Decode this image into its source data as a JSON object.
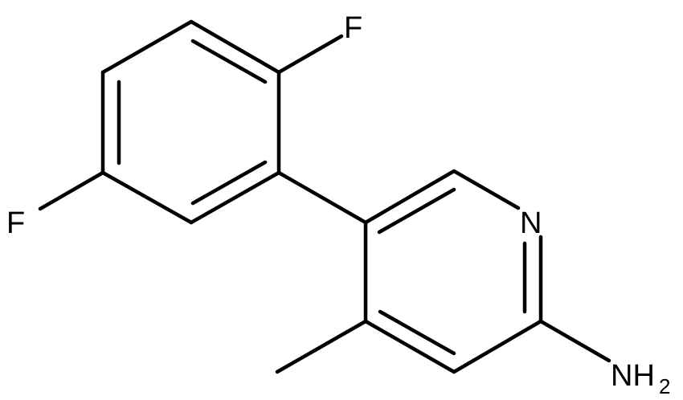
{
  "molecule": {
    "atoms": {
      "fluorine_top": "F",
      "fluorine_left": "F",
      "ring_nitrogen": "N",
      "amine_main": "NH",
      "amine_subscript": "2"
    }
  },
  "colors": {
    "bond": "#000000",
    "label": "#000000",
    "background": "#ffffff"
  }
}
